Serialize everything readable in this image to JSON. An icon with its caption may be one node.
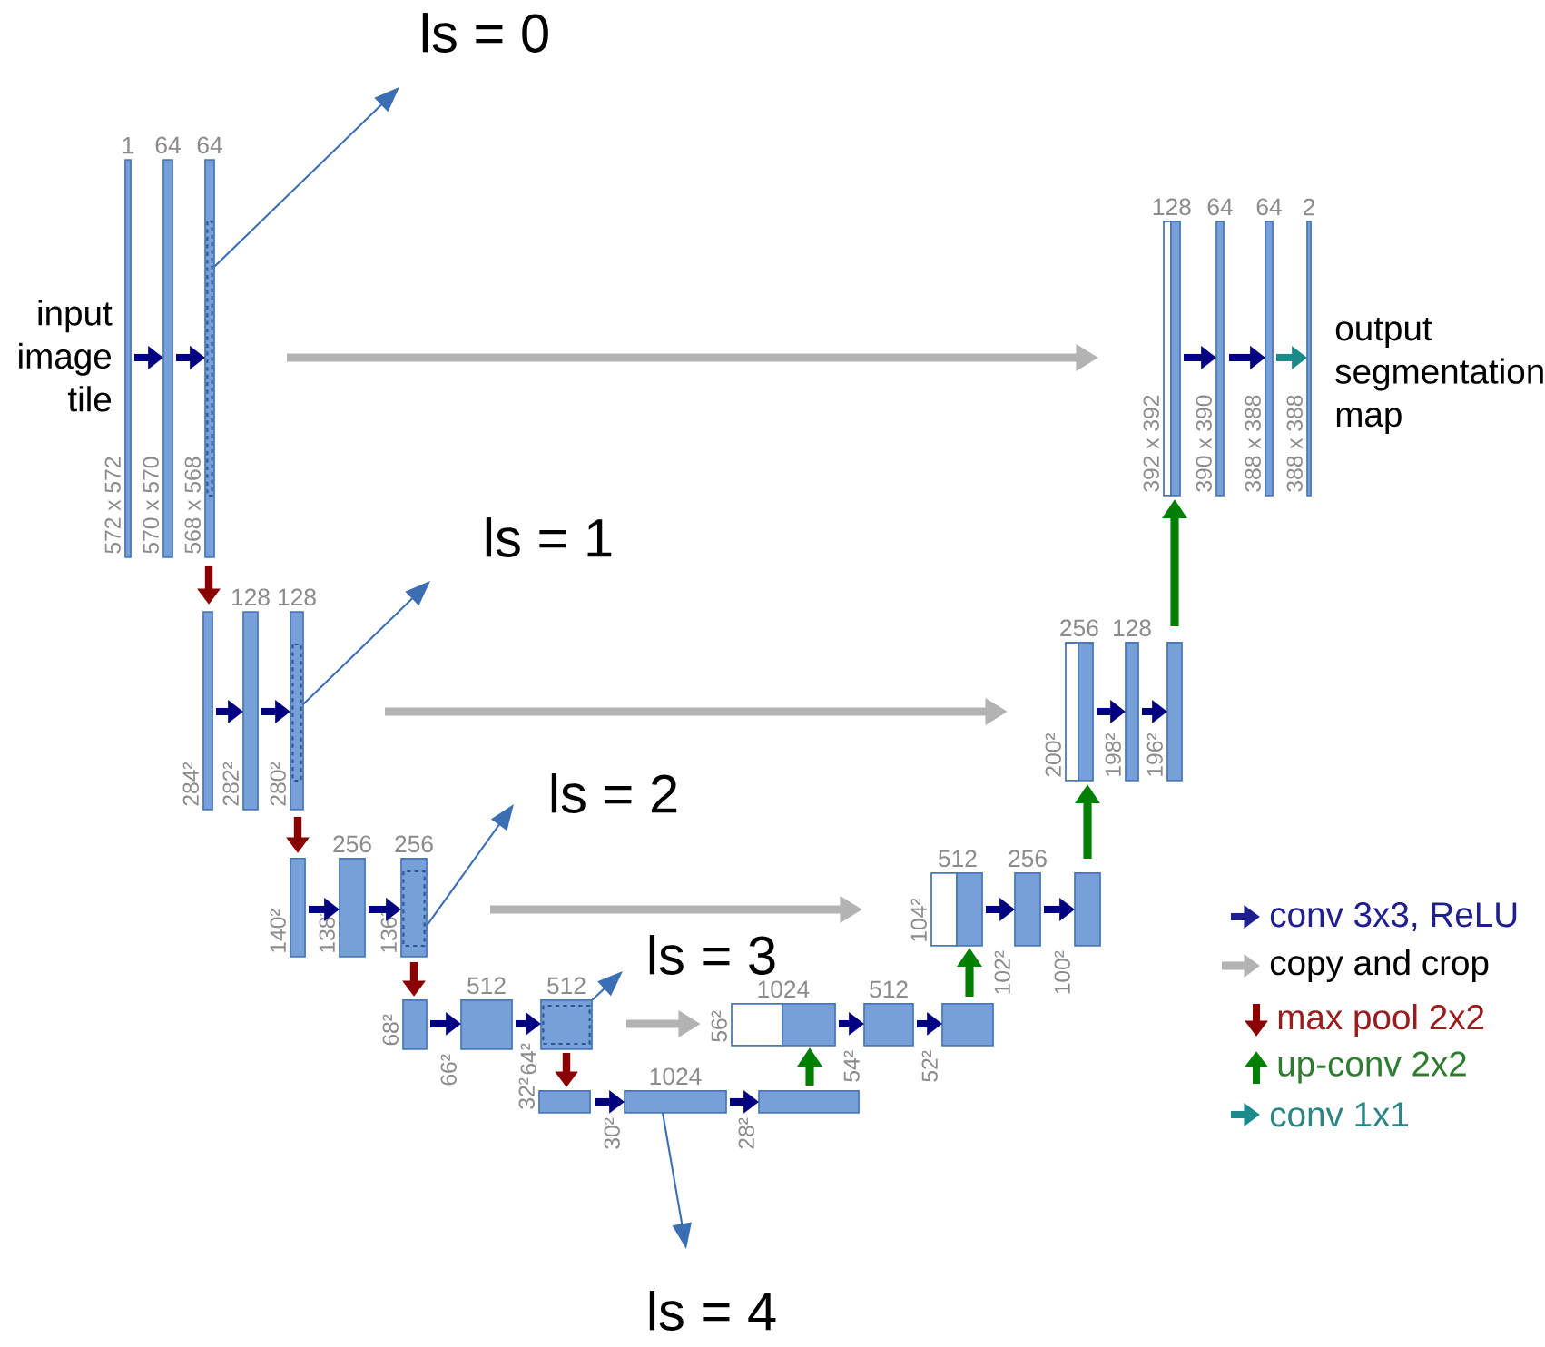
{
  "diagram": {
    "nodes": [
      {
        "text": [
          "1"
        ],
        "beside": [
          "572 x 572"
        ]
      },
      {
        "text": [
          "64"
        ],
        "beside": [
          "570 x 570"
        ]
      },
      {
        "text": [
          "64"
        ],
        "beside": [
          "568 x 568"
        ]
      },
      {
        "text": [],
        "shape": "bar",
        "beside": [
          "284²"
        ]
      },
      {
        "text": [
          "128"
        ],
        "beside": [
          "282²"
        ]
      },
      {
        "text": [
          "128"
        ],
        "beside": [
          "280²"
        ]
      },
      {
        "text": [],
        "shape": "bar",
        "beside": [
          "140²"
        ]
      },
      {
        "text": [
          "256"
        ],
        "beside": [
          "138²"
        ]
      },
      {
        "text": [
          "256"
        ],
        "beside": [
          "136²"
        ]
      },
      {
        "text": [],
        "shape": "bar",
        "beside": [
          "68²"
        ]
      },
      {
        "text": [
          "512"
        ],
        "beside": [
          "66²"
        ]
      },
      {
        "text": [
          "512"
        ],
        "beside": [
          "64²"
        ]
      },
      {
        "text": [],
        "shape": "bar",
        "beside": [
          "32²"
        ]
      },
      {
        "text": [
          "1024"
        ],
        "beside": [
          "30²"
        ]
      },
      {
        "text": [],
        "shape": "bar",
        "beside": [
          "28²"
        ]
      },
      {
        "text": [
          "1024"
        ],
        "beside": [
          "56²"
        ]
      },
      {
        "text": [],
        "shape": "bar"
      },
      {
        "text": [
          "512"
        ],
        "beside": [
          "54²"
        ]
      },
      {
        "text": [],
        "shape": "bar",
        "beside": [
          "52²"
        ]
      },
      {
        "text": [
          "512"
        ],
        "beside": [
          "104²"
        ]
      },
      {
        "text": [],
        "shape": "bar"
      },
      {
        "text": [
          "256"
        ],
        "beside": [
          "102²"
        ]
      },
      {
        "text": [],
        "shape": "bar",
        "beside": [
          "100²"
        ]
      },
      {
        "text": [
          "256"
        ],
        "beside": [
          "200²"
        ]
      },
      {
        "text": [],
        "shape": "bar"
      },
      {
        "text": [
          "128"
        ],
        "beside": [
          "198²"
        ]
      },
      {
        "text": [],
        "shape": "bar",
        "beside": [
          "196²"
        ]
      },
      {
        "text": [
          "128"
        ],
        "beside": [
          "392 x 392"
        ]
      },
      {
        "text": [],
        "shape": "bar"
      },
      {
        "text": [
          "64"
        ],
        "beside": [
          "390 x 390"
        ]
      },
      {
        "text": [
          "64"
        ],
        "beside": [
          "388 x 388"
        ]
      },
      {
        "text": [
          "2"
        ],
        "beside": [
          "388 x 388"
        ]
      },
      {
        "text": [
          "ls = 0"
        ]
      },
      {
        "text": [
          "ls = 1"
        ]
      },
      {
        "text": [
          "ls = 2"
        ]
      },
      {
        "text": [
          "ls = 3"
        ]
      },
      {
        "text": [
          "ls = 4"
        ]
      }
    ],
    "edges": [
      {
        "from": 0,
        "to": 1,
        "arrow": "to"
      },
      {
        "from": 1,
        "to": 2,
        "arrow": "to"
      },
      {
        "from": 3,
        "to": 4,
        "arrow": "to"
      },
      {
        "from": 4,
        "to": 5,
        "arrow": "to"
      },
      {
        "from": 6,
        "to": 7,
        "arrow": "to"
      },
      {
        "from": 7,
        "to": 8,
        "arrow": "to"
      },
      {
        "from": 9,
        "to": 10,
        "arrow": "to"
      },
      {
        "from": 10,
        "to": 11,
        "arrow": "to"
      },
      {
        "from": 12,
        "to": 13,
        "arrow": "to"
      },
      {
        "from": 13,
        "to": 14,
        "arrow": "to"
      },
      {
        "from": 16,
        "to": 17,
        "arrow": "to"
      },
      {
        "from": 17,
        "to": 18,
        "arrow": "to"
      },
      {
        "from": 20,
        "to": 21,
        "arrow": "to"
      },
      {
        "from": 21,
        "to": 22,
        "arrow": "to"
      },
      {
        "from": 24,
        "to": 25,
        "arrow": "to"
      },
      {
        "from": 25,
        "to": 26,
        "arrow": "to"
      },
      {
        "from": 28,
        "to": 29,
        "arrow": "to"
      },
      {
        "from": 29,
        "to": 30,
        "arrow": "to"
      },
      {
        "from": 30,
        "to": 31,
        "arrow": "to",
        "color": "#1a8a8a"
      },
      {
        "from": 2,
        "to": 3,
        "arrow": "to",
        "color": "#8b0000"
      },
      {
        "from": 5,
        "to": 6,
        "arrow": "to",
        "color": "#8b0000"
      },
      {
        "from": 8,
        "to": 9,
        "arrow": "to",
        "color": "#8b0000"
      },
      {
        "from": 11,
        "to": 12,
        "arrow": "to",
        "color": "#8b0000"
      },
      {
        "from": 14,
        "to": 16,
        "arrow": "to",
        "color": "#008000"
      },
      {
        "from": 18,
        "to": 20,
        "arrow": "to",
        "color": "#008000"
      },
      {
        "from": 22,
        "to": 24,
        "arrow": "to",
        "color": "#008000"
      },
      {
        "from": 26,
        "to": 28,
        "arrow": "to",
        "color": "#008000"
      },
      {
        "from": 2,
        "to": 27,
        "arrow": "to",
        "color": "#b3b3b3"
      },
      {
        "from": 5,
        "to": 23,
        "arrow": "to",
        "color": "#b3b3b3"
      },
      {
        "from": 8,
        "to": 19,
        "arrow": "to",
        "color": "#b3b3b3"
      },
      {
        "from": 11,
        "to": 15,
        "arrow": "to",
        "color": "#b3b3b3"
      },
      {
        "from": 2,
        "to": 32,
        "arrow": "to",
        "color": "#3c6eb4"
      },
      {
        "from": 5,
        "to": 33,
        "arrow": "to",
        "color": "#3c6eb4"
      },
      {
        "from": 8,
        "to": 34,
        "arrow": "to",
        "color": "#3c6eb4"
      },
      {
        "from": 11,
        "to": 35,
        "arrow": "to",
        "color": "#3c6eb4"
      },
      {
        "from": 13,
        "to": 36,
        "arrow": "to",
        "color": "#3c6eb4"
      }
    ],
    "labels": [
      "input image tile",
      "output segmentation map"
    ],
    "legend": [
      {
        "text": "conv 3x3, ReLU"
      },
      {
        "text": "copy and crop"
      },
      {
        "text": "max pool 2x2"
      },
      {
        "text": "up-conv 2x2"
      },
      {
        "text": "conv 1x1"
      }
    ]
  }
}
